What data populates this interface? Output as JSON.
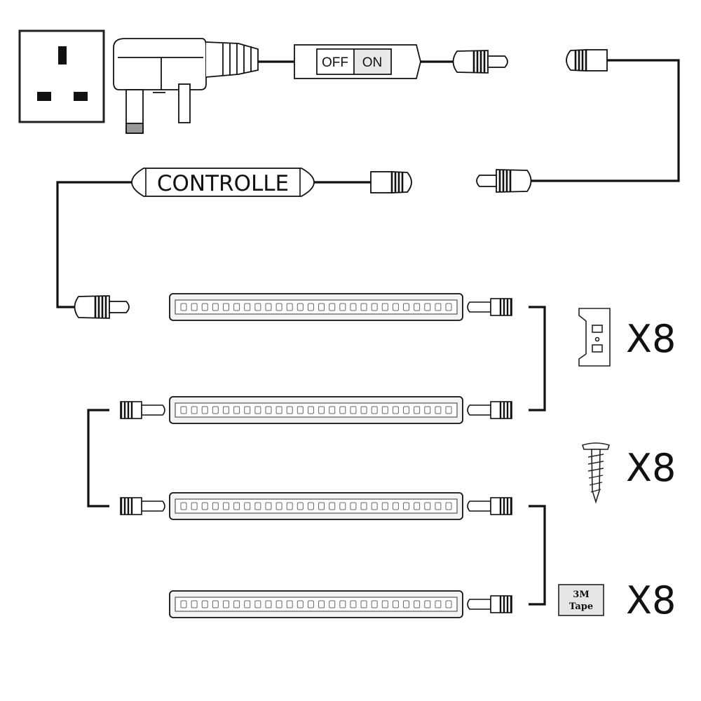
{
  "switch": {
    "off_label": "OFF",
    "on_label": "ON"
  },
  "controller": {
    "label": "CONTROLLE"
  },
  "accessories": [
    {
      "icon": "mounting-clip-icon",
      "quantity": "X8"
    },
    {
      "icon": "screw-icon",
      "quantity": "X8"
    },
    {
      "icon": "tape-icon",
      "quantity": "X8",
      "text_line1": "3M",
      "text_line2": "Tape"
    }
  ],
  "light_bars": {
    "count": 4,
    "leds_per_bar": 26
  },
  "colors": {
    "line": "#111111",
    "bar_fill": "#f3f3f3",
    "tape_fill": "#e6e6e6"
  }
}
